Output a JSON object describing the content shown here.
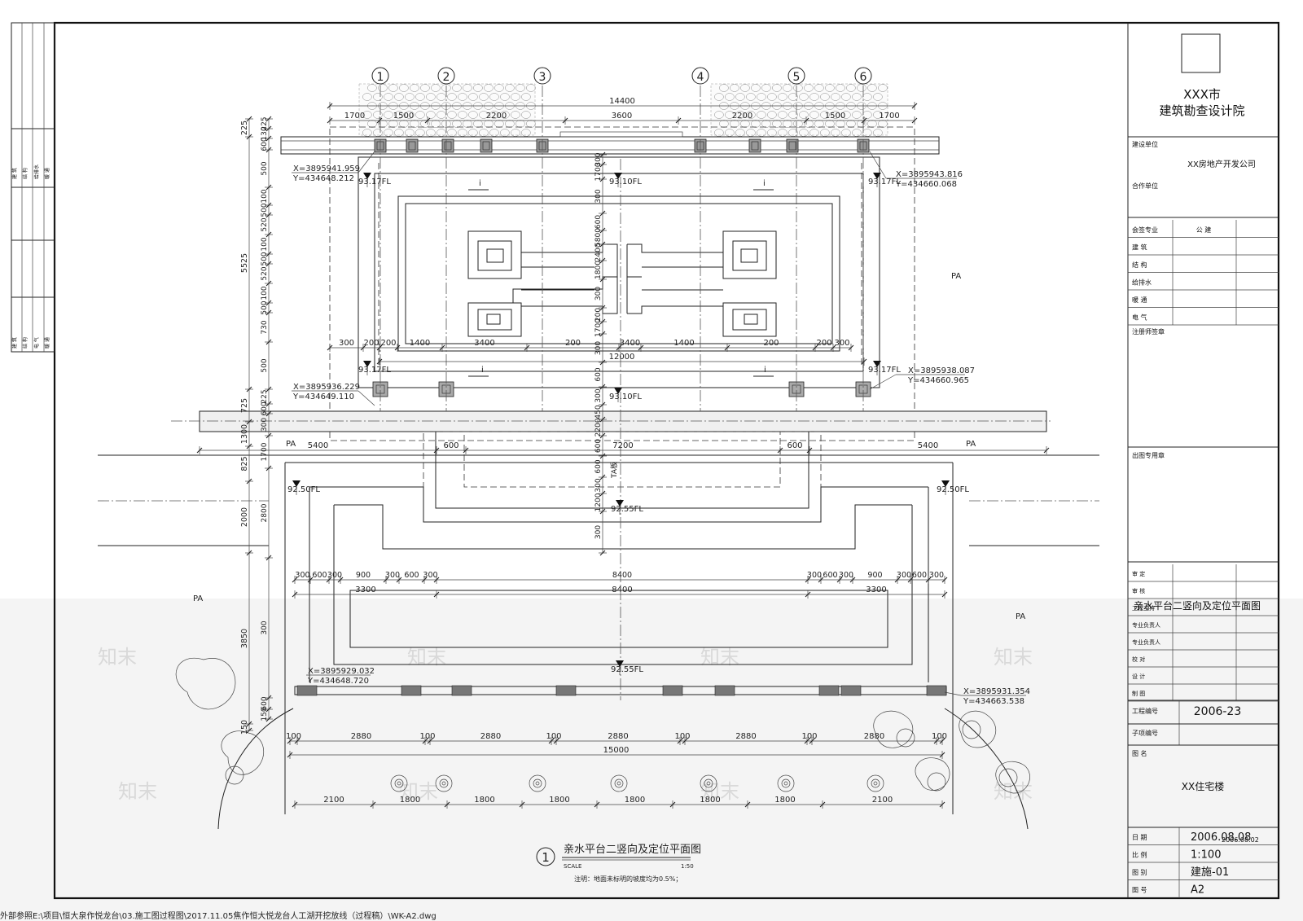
{
  "drawing": {
    "title": "亲水平台二竖向及定位平面图",
    "title_number": "1",
    "scale_label": "SCALE",
    "scale_value": "1:50",
    "note": "注明：地面未标明的坡度均为0.5%；",
    "file_path": "外部参照E:\\项目\\恒大泉作悦龙台\\03.施工图过程图\\2017.11.05焦作恒大悦龙台人工湖开挖放线（过程稿）\\WK-A2.dwg",
    "watermark": "知末"
  },
  "title_block": {
    "institute_line1": "XXX市",
    "institute_line2": "建筑勘查设计院",
    "client_label": "建设单位",
    "client_value": "XX房地产开发公司",
    "cooperator_label": "合作单位",
    "roles_top": [
      {
        "label": "会签专业",
        "value": "公  建"
      },
      {
        "label": "建  筑",
        "value": ""
      },
      {
        "label": "结  构",
        "value": ""
      },
      {
        "label": "给排水",
        "value": ""
      },
      {
        "label": "暖  通",
        "value": ""
      },
      {
        "label": "电  气",
        "value": ""
      }
    ],
    "reg_label": "注册师签章",
    "stamp_label": "出图专用章",
    "roles_bottom": [
      {
        "label": "审  定",
        "value": ""
      },
      {
        "label": "审  核",
        "value": ""
      },
      {
        "label": "工程主持",
        "value": ""
      },
      {
        "label": "专业负责人",
        "value": ""
      },
      {
        "label": "专业负责人",
        "value": ""
      },
      {
        "label": "校  对",
        "value": ""
      },
      {
        "label": "设  计",
        "value": ""
      },
      {
        "label": "制  图",
        "value": ""
      }
    ],
    "project_no_label": "工程编号",
    "project_no": "2006-23",
    "sub_no_label": "子项编号",
    "drawing_name_label": "图  名",
    "drawing_name": "XX住宅楼",
    "date_label": "日  期",
    "date_value": "2006.08.08",
    "date_stamp": "2006.08.02",
    "scale_label": "比  例",
    "scale_value": "1:100",
    "sheet_label": "图  别",
    "sheet_value": "建施-01",
    "size_label": "图  号",
    "size_value": "A2"
  },
  "left_strip": {
    "group1": [
      "建  筑",
      "结  构",
      "给排水",
      "暖  通"
    ],
    "group2": [
      "建  筑",
      "结  构",
      "电  气",
      "暖  通"
    ]
  },
  "grid_axes": [
    "1",
    "2",
    "3",
    "4",
    "5",
    "6"
  ],
  "coordinates": [
    {
      "x": "X=3895941.959",
      "y": "Y=434648.212"
    },
    {
      "x": "X=3895943.816",
      "y": "Y=434660.068"
    },
    {
      "x": "X=3895936.229",
      "y": "Y=434649.110"
    },
    {
      "x": "X=3895938.087",
      "y": "Y=434660.965"
    },
    {
      "x": "X=3895929.032",
      "y": "Y=434648.720"
    },
    {
      "x": "X=3895931.354",
      "y": "Y=434663.538"
    }
  ],
  "elevations": {
    "e1": "93.17FL",
    "e2": "93.10FL",
    "e3": "93.17FL",
    "e4": "93.17FL",
    "e5": "93.17FL",
    "e6": "93.10FL",
    "e7": "92.50FL",
    "e8": "92.50FL",
    "e9": "92.55FL",
    "e10": "92.55FL"
  },
  "pa_labels": [
    "PA",
    "PA",
    "PA",
    "PA",
    "PA"
  ],
  "dims_top": {
    "overall": "14400",
    "row1": [
      "1700",
      "1500",
      "2200",
      "3600",
      "2200",
      "1500",
      "1700"
    ]
  },
  "dims_mid": {
    "row": [
      "300",
      "200",
      "200",
      "1400",
      "3400",
      "200",
      "3400",
      "1400",
      "200",
      "200",
      "300"
    ],
    "total": "12000"
  },
  "dims_band": {
    "row": [
      "5400",
      "600",
      "7200",
      "600",
      "5400"
    ]
  },
  "dims_lower": {
    "row1": [
      "300",
      "600",
      "300",
      "900",
      "300",
      "600",
      "300",
      "8400",
      "300",
      "600",
      "300",
      "900",
      "300",
      "600",
      "300"
    ],
    "row2": [
      "3300",
      "8400",
      "3300"
    ]
  },
  "dims_bottom": {
    "row1": [
      "100",
      "2880",
      "100",
      "2880",
      "100",
      "2880",
      "100",
      "2880",
      "100",
      "2880",
      "100"
    ],
    "total": "15000",
    "row2": [
      "2100",
      "1800",
      "1800",
      "1800",
      "1800",
      "1800",
      "1800",
      "2100"
    ]
  },
  "dims_left": {
    "col_a": [
      "225",
      "5525",
      "725",
      "1300",
      "825",
      "2000",
      "3850",
      "150"
    ],
    "col_b": [
      "225",
      "130",
      "600",
      "500",
      "100",
      "500",
      "520",
      "100",
      "500",
      "520",
      "100",
      "500",
      "730",
      "500",
      "225",
      "600",
      "300",
      "1700",
      "2800",
      "300",
      "600",
      "150"
    ]
  },
  "dims_center": {
    "col": [
      "300",
      "1700",
      "300",
      "600",
      "5800",
      "2400",
      "1800",
      "300",
      "200",
      "1700",
      "300",
      "600",
      "300",
      "450",
      "2200",
      "600",
      "600",
      "300",
      "1200",
      "300"
    ],
    "tag": "TA板"
  }
}
